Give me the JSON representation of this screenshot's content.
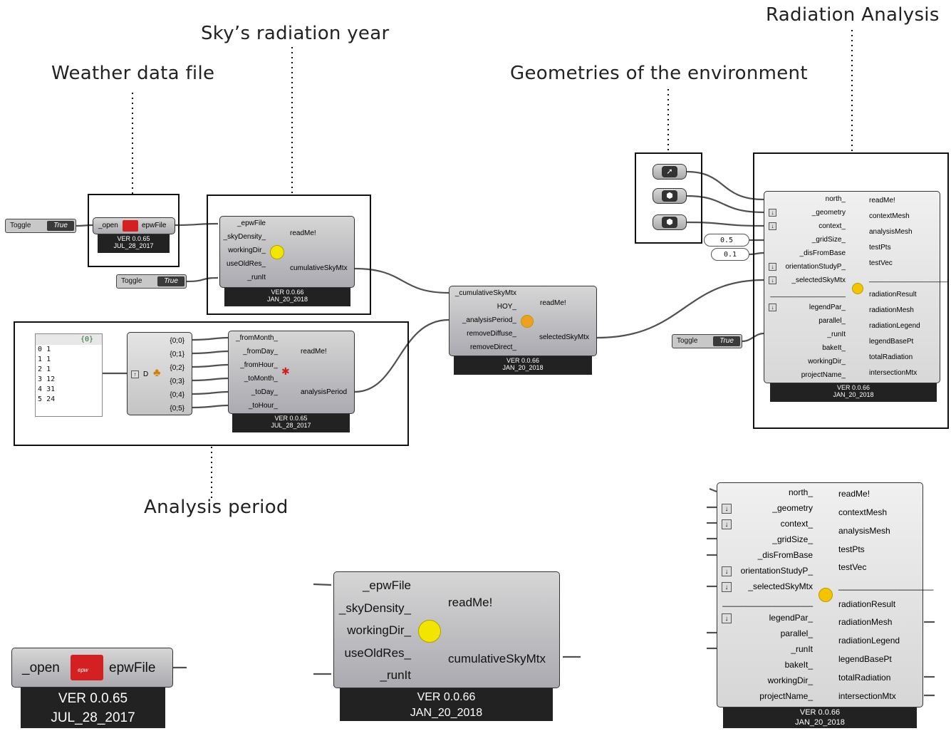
{
  "annotations": {
    "weather": "Weather data file",
    "sky_year": "Sky’s radiation year",
    "geometries": "Geometries of the environment",
    "radiation_analysis": "Radiation Analysis",
    "analysis_period": "Analysis period"
  },
  "toggles": [
    {
      "name": "Toggle",
      "value": "True"
    },
    {
      "name": "Toggle",
      "value": "True"
    },
    {
      "name": "Toggle",
      "value": "True"
    }
  ],
  "open_epw": {
    "input": "_open",
    "output": "epwFile",
    "icon_text": "epw",
    "version": "VER 0.0.65",
    "date": "JUL_28_2017"
  },
  "sky_mtx": {
    "inputs": [
      "_epwFile",
      "_skyDensity_",
      "workingDir_",
      "useOldRes_",
      "_runIt"
    ],
    "outputs": [
      "readMe!",
      "cumulativeSkyMtx"
    ],
    "version": "VER 0.0.66",
    "date": "JAN_20_2018"
  },
  "select_mtx": {
    "inputs": [
      "_cumulativeSkyMtx",
      "HOY_",
      "_analysisPeriod_",
      "removeDiffuse_",
      "removeDirect_"
    ],
    "outputs": [
      "readMe!",
      "selectedSkyMtx"
    ],
    "version": "VER 0.0.66",
    "date": "JAN_20_2018"
  },
  "panel": {
    "header": "{0}",
    "rows": [
      {
        "i": "0",
        "v": "1"
      },
      {
        "i": "1",
        "v": "1"
      },
      {
        "i": "2",
        "v": "1"
      },
      {
        "i": "3",
        "v": "12"
      },
      {
        "i": "4",
        "v": "31"
      },
      {
        "i": "5",
        "v": "24"
      }
    ]
  },
  "decompose": {
    "label": "D",
    "outputs": [
      "{0;0}",
      "{0;1}",
      "{0;2}",
      "{0;3}",
      "{0;4}",
      "{0;5}"
    ]
  },
  "period": {
    "inputs": [
      "_fromMonth_",
      "_fromDay_",
      "_fromHour_",
      "_toMonth_",
      "_toDay_",
      "_toHour_"
    ],
    "outputs": [
      "readMe!",
      "analysisPeriod"
    ],
    "version": "VER 0.0.65",
    "date": "JUL_28_2017"
  },
  "numbers": [
    "0.5",
    "0.1"
  ],
  "radiation": {
    "inputs": [
      "north_",
      "_geometry",
      "context_",
      "_gridSize_",
      "_disFromBase",
      "orientationStudyP_",
      "_selectedSkyMtx",
      "___________________",
      "legendPar_",
      "parallel_",
      "_runIt",
      "bakeIt_",
      "workingDir_",
      "projectName_"
    ],
    "outputs": [
      "readMe!",
      "contextMesh",
      "analysisMesh",
      "testPts",
      "testVec",
      "____________________",
      "radiationResult",
      "radiationMesh",
      "radiationLegend",
      "legendBasePt",
      "totalRadiation",
      "intersectionMtx"
    ],
    "version": "VER 0.0.66",
    "date": "JAN_20_2018"
  },
  "colors": {
    "wire": "#505050",
    "plate": "#222222",
    "component": "#b4b4b8",
    "sun": "#f2e600",
    "epw_icon": "#d42020"
  }
}
